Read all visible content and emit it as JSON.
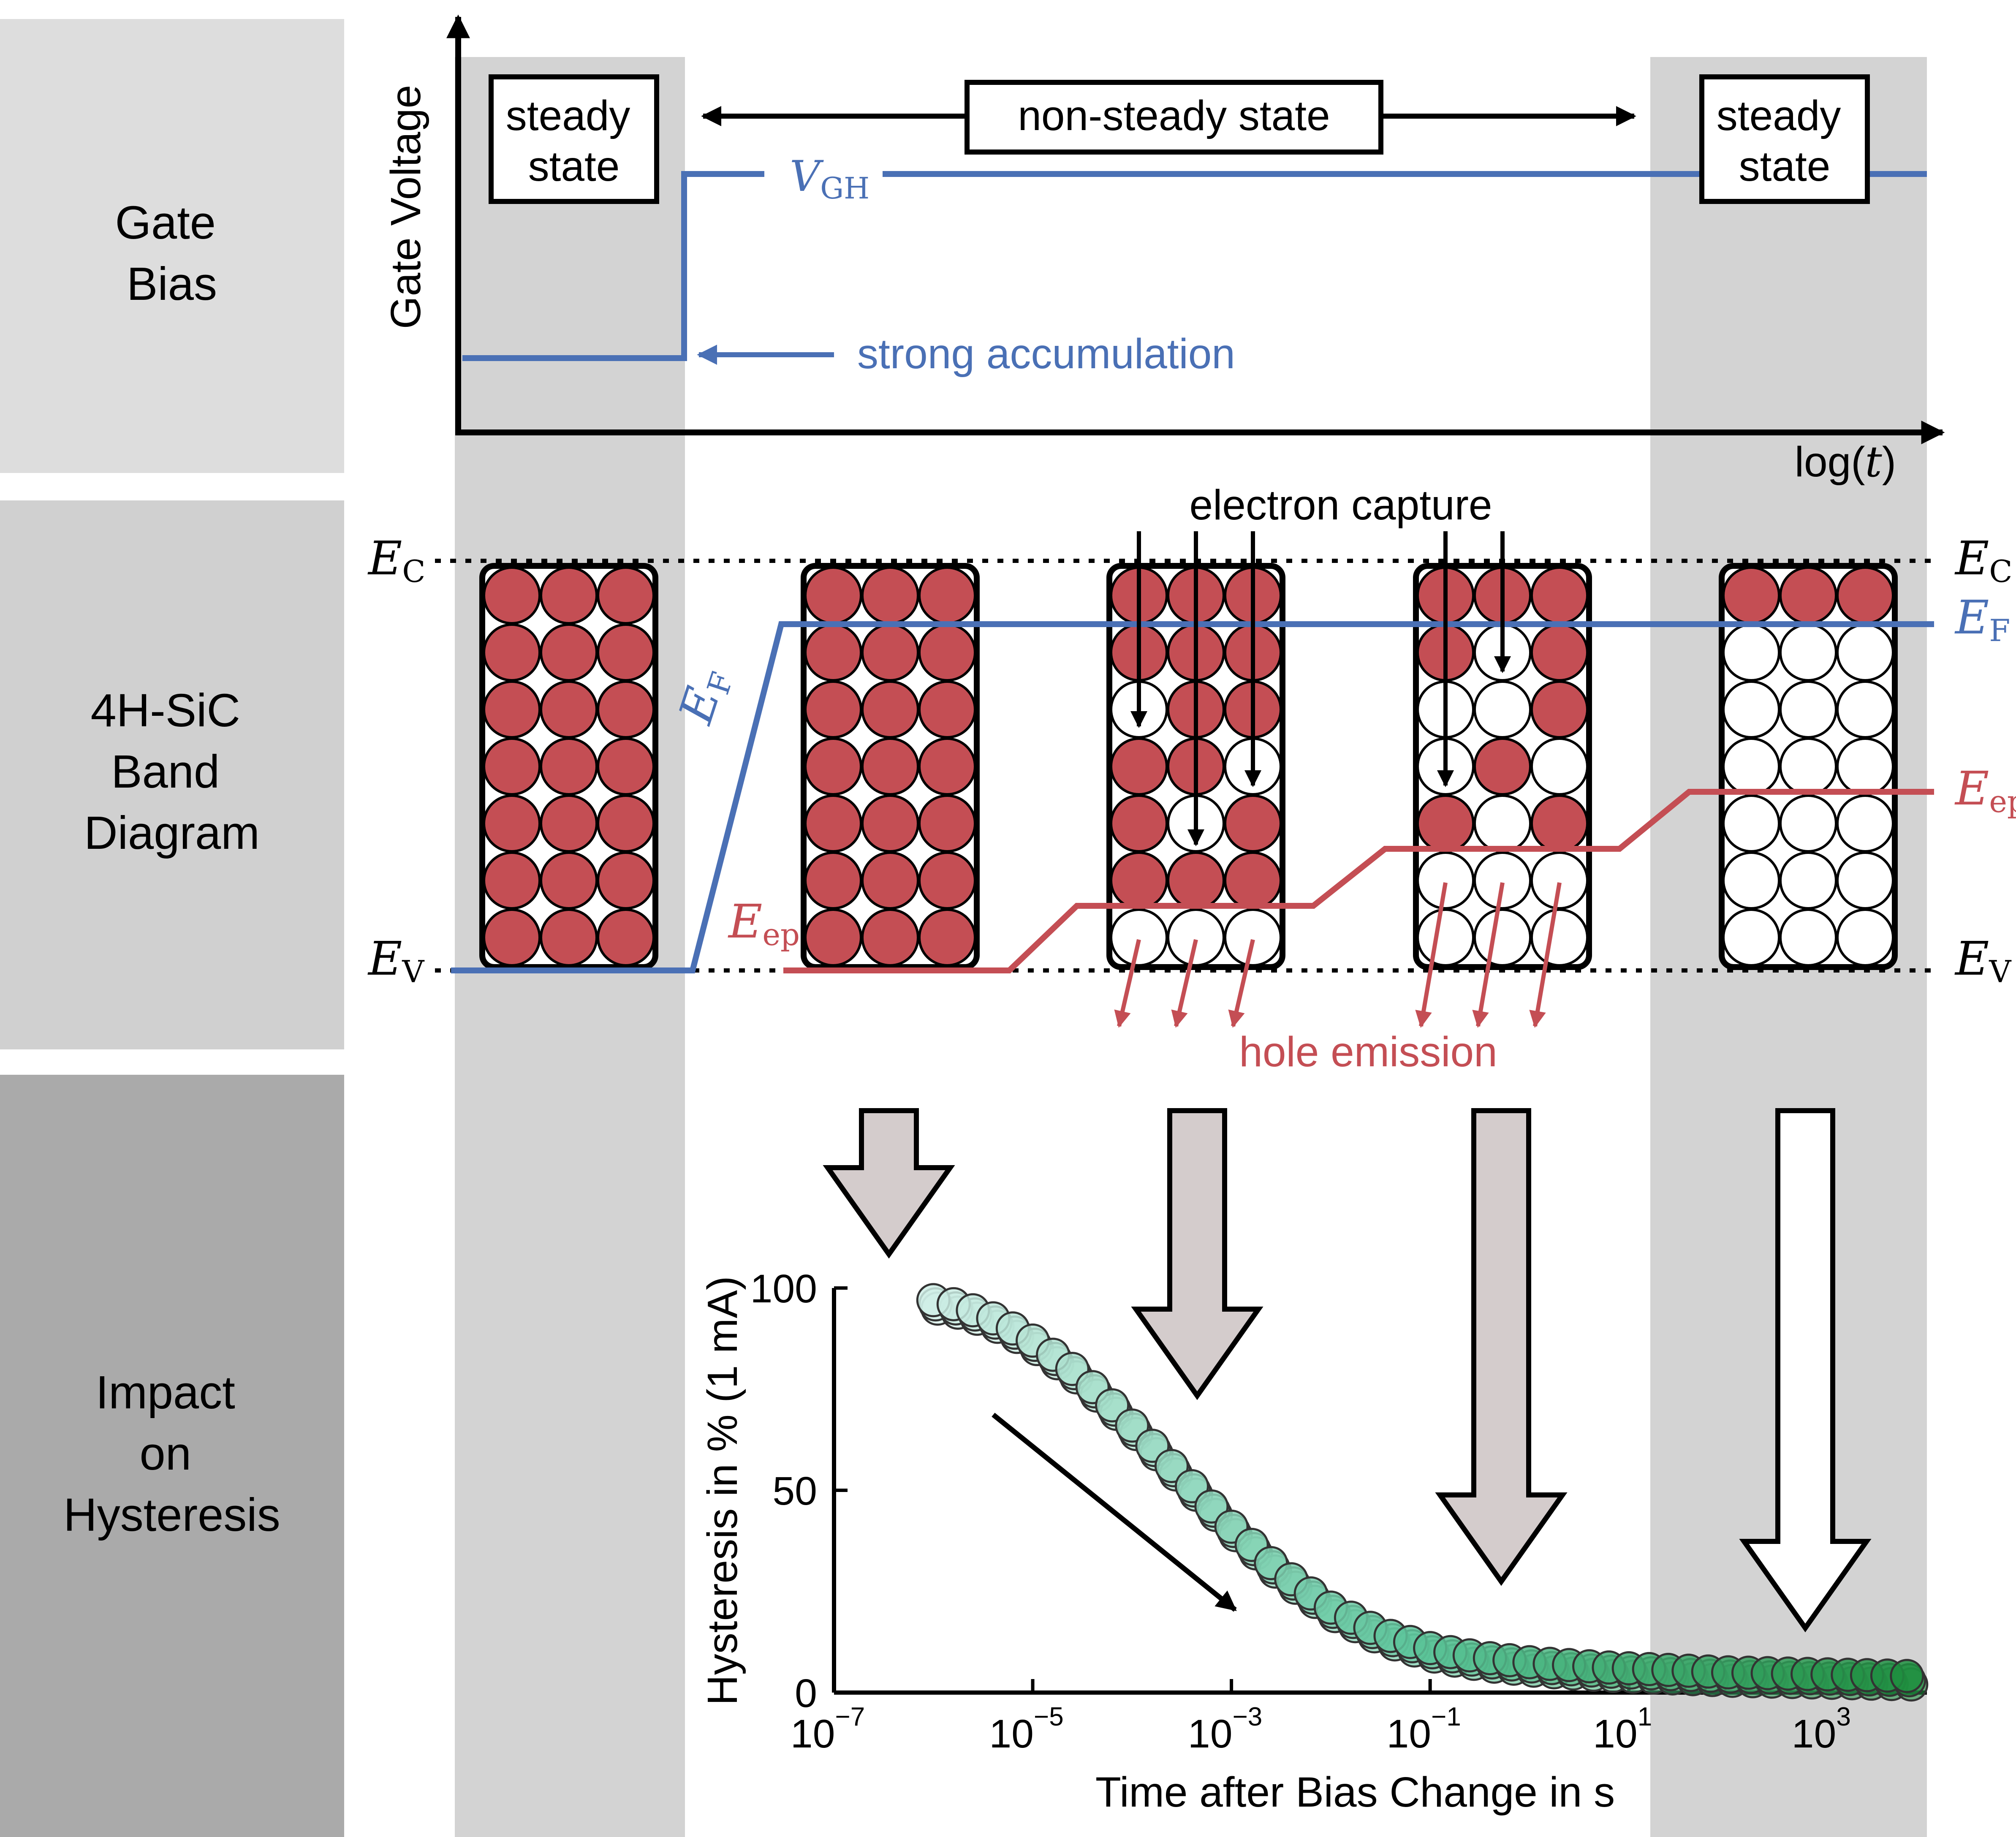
{
  "colors": {
    "blue": "#4a70b5",
    "red": "#c44e54",
    "panel_light": "#dddddd",
    "panel_mid": "#d0d0d0",
    "panel_dark": "#aaaaaa",
    "steady_band": "#d3d3d3",
    "big_arrow_fill": "#d4cccc",
    "curve_light": "#cfeee6",
    "curve_mid": "#5cc49a",
    "curve_dark": "#1f8f40"
  },
  "row_labels": {
    "gate_bias": [
      "Gate",
      "Bias"
    ],
    "band_diagram": [
      "4H-SiC",
      "Band",
      "Diagram"
    ],
    "hysteresis": [
      "Impact",
      "on",
      "Hysteresis"
    ]
  },
  "gate_panel": {
    "y_axis_label": "Gate Voltage",
    "x_axis_label": "log(",
    "x_axis_var": "t",
    "x_axis_close": ")",
    "steady_left": [
      "steady",
      "state"
    ],
    "steady_right": [
      "steady",
      "state"
    ],
    "non_steady": "non-steady state",
    "vgh_main": "V",
    "vgh_sub": "GH",
    "strong_accumulation": "strong accumulation"
  },
  "band_panel": {
    "ec_main": "E",
    "ec_sub": "C",
    "ev_main": "E",
    "ev_sub": "V",
    "ef_main": "E",
    "ef_sub": "F",
    "ep_main": "E",
    "ep_sub": "ep",
    "electron_capture": "electron capture",
    "hole_emission": "hole emission",
    "icons": [
      "electron-capture-arrow-icon",
      "hole-emission-arrow-icon",
      "trap-state-circle-icon"
    ]
  },
  "chart_data": {
    "type": "scatter",
    "xlabel": "Time after Bias Change in s",
    "ylabel": "Hysteresis in %  (1 mA)",
    "x_scale": "log",
    "xlim": [
      1e-07,
      10000.0
    ],
    "ylim": [
      0,
      100
    ],
    "x_ticks": [
      {
        "value": 1e-07,
        "base": "10",
        "exp": "−7"
      },
      {
        "value": 1e-05,
        "base": "10",
        "exp": "−5"
      },
      {
        "value": 0.001,
        "base": "10",
        "exp": "−3"
      },
      {
        "value": 0.1,
        "base": "10",
        "exp": "−1"
      },
      {
        "value": 10.0,
        "base": "10",
        "exp": "1"
      },
      {
        "value": 1000.0,
        "base": "10",
        "exp": "3"
      }
    ],
    "y_ticks": [
      {
        "value": 0,
        "label": "0"
      },
      {
        "value": 50,
        "label": "50"
      },
      {
        "value": 100,
        "label": "100"
      }
    ],
    "series": [
      {
        "x": [
          1e-06,
          1.6e-06,
          2.5e-06,
          4e-06,
          6.3e-06,
          1e-05,
          1.6e-05,
          2.5e-05,
          4e-05,
          6.3e-05,
          0.0001,
          0.00016,
          0.00025,
          0.0004,
          0.00063,
          0.001,
          0.0016,
          0.0025,
          0.004,
          0.0063,
          0.01,
          0.016,
          0.025,
          0.04,
          0.063,
          0.1,
          0.16,
          0.25,
          0.4,
          0.63,
          1,
          1.6,
          2.5,
          4,
          6.3,
          10,
          16,
          25,
          40,
          63,
          100,
          160,
          250,
          400,
          630,
          1000,
          1600,
          2500,
          4000,
          6300
        ],
        "y": [
          97,
          96,
          94.5,
          92.5,
          90,
          87,
          83.5,
          80,
          75.5,
          71,
          66,
          61,
          56,
          51,
          46,
          41,
          36.5,
          32,
          28,
          24.5,
          21,
          18.5,
          16,
          14,
          12.5,
          11,
          10,
          9.2,
          8.5,
          8,
          7.5,
          7.1,
          6.8,
          6.5,
          6.2,
          6,
          5.8,
          5.6,
          5.4,
          5.2,
          5,
          4.9,
          4.8,
          4.7,
          4.6,
          4.5,
          4.4,
          4.3,
          4.2,
          4.1
        ]
      }
    ]
  }
}
